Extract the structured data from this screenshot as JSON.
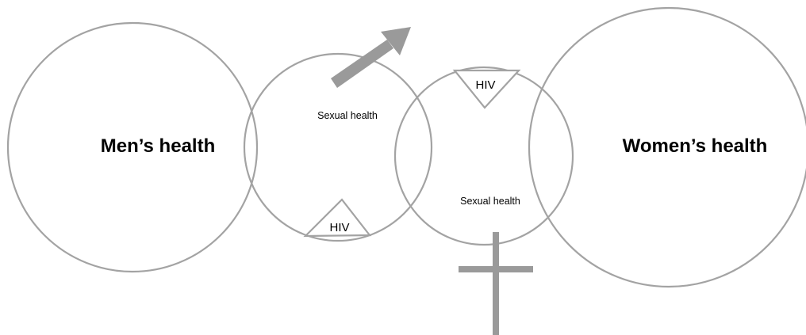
{
  "circles": {
    "men": {
      "label": "Men’s health"
    },
    "men_sexual": {
      "label": "Sexual health"
    },
    "women_sexual": {
      "label": "Sexual health"
    },
    "women": {
      "label": "Women’s health"
    }
  },
  "hiv_markers": {
    "men": {
      "label": "HIV"
    },
    "women": {
      "label": "HIV"
    }
  },
  "symbols": {
    "male": {
      "icon": "male-arrow-icon",
      "color": "#9a9a9a"
    },
    "female": {
      "icon": "female-cross-icon",
      "color": "#9a9a9a"
    }
  },
  "colors": {
    "outline": "#a3a3a3",
    "text": "#000000",
    "background": "#ffffff"
  }
}
